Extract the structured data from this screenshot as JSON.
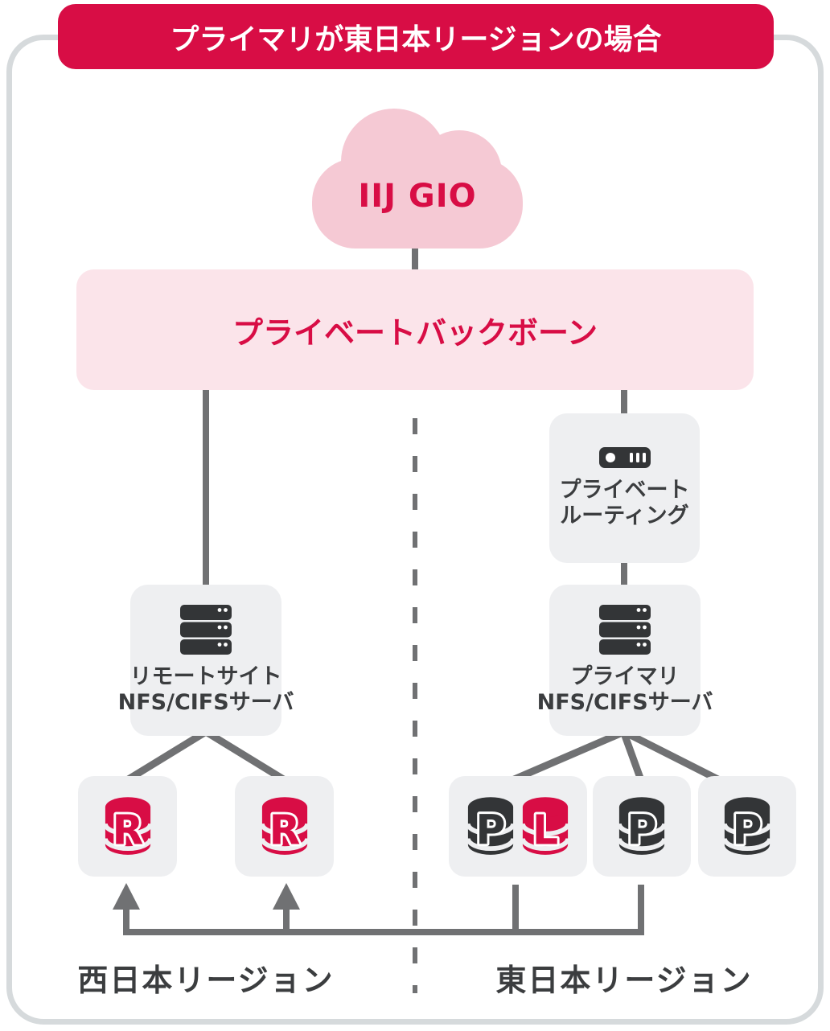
{
  "banner": {
    "title": "プライマリが東日本リージョンの場合"
  },
  "cloud": {
    "label": "IIJ GIO"
  },
  "backbone": {
    "label": "プライベートバックボーン"
  },
  "routing": {
    "line1": "プライベート",
    "line2": "ルーティング"
  },
  "remote_server": {
    "line1": "リモートサイト",
    "line2": "NFS/CIFSサーバ"
  },
  "primary_server": {
    "line1": "プライマリ",
    "line2": "NFS/CIFSサーバ"
  },
  "west_databases": [
    {
      "letter": "R"
    },
    {
      "letter": "R"
    }
  ],
  "east_databases": [
    {
      "letter_primary": "P",
      "letter_log": "L"
    },
    {
      "letter": "P"
    },
    {
      "letter": "P"
    }
  ],
  "regions": {
    "west": "西日本リージョン",
    "east": "東日本リージョン"
  },
  "colors": {
    "accent_red": "#d80d45",
    "cloud_pink": "#f5c9d4",
    "backbone_pink": "#fbe4ea",
    "box_gray": "#eeeff1",
    "line_gray": "#707173",
    "icon_dark": "#333537",
    "text_dark": "#3b3d3f",
    "card_border": "#d6dadc"
  }
}
